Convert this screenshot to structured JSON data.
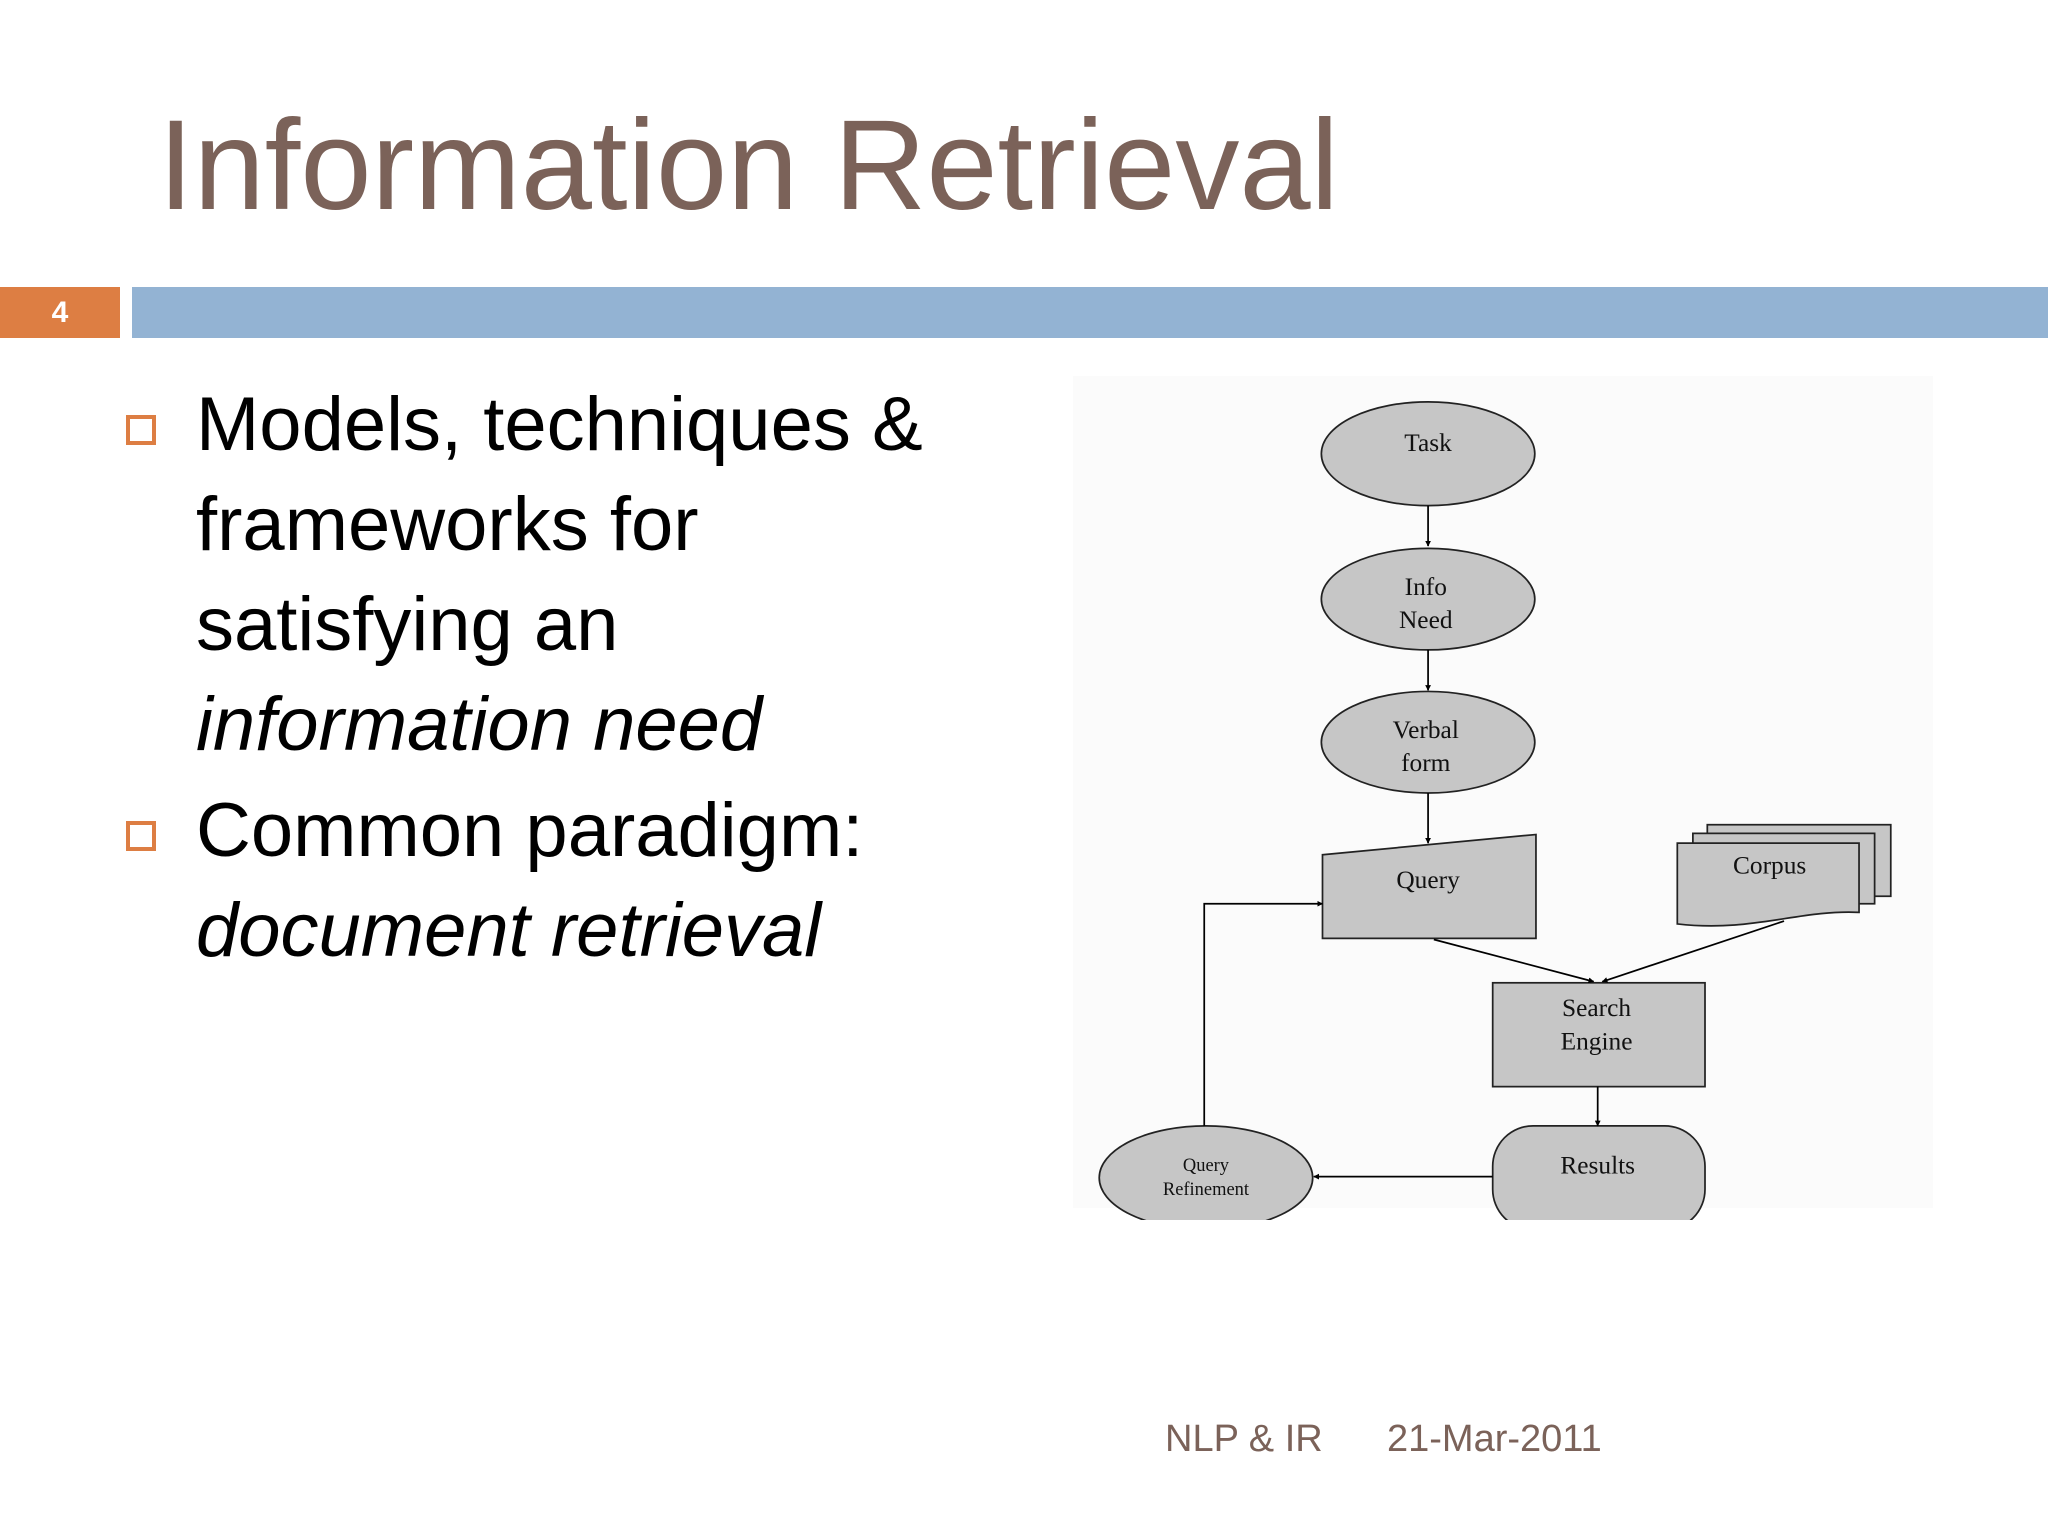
{
  "slide": {
    "title": "Information Retrieval",
    "number": "4",
    "bullets": [
      {
        "lines": [
          "Models, techniques &",
          "frameworks for",
          "satisfying an"
        ],
        "italic": "information need"
      },
      {
        "lines": [
          "Common paradigm:"
        ],
        "italic": "document retrieval"
      }
    ],
    "footer": {
      "left": "NLP & IR",
      "date": "21-Mar-2011"
    },
    "colors": {
      "title": "#7b6259",
      "accent_orange": "#dd7e43",
      "accent_blue": "#93b3d3"
    }
  },
  "diagram": {
    "task": "Task",
    "info_need": [
      "Info",
      "Need"
    ],
    "verbal_form": [
      "Verbal",
      "form"
    ],
    "query": "Query",
    "corpus": "Corpus",
    "search_engine": [
      "Search",
      "Engine"
    ],
    "results": "Results",
    "query_refinement": [
      "Query",
      "Refinement"
    ]
  }
}
